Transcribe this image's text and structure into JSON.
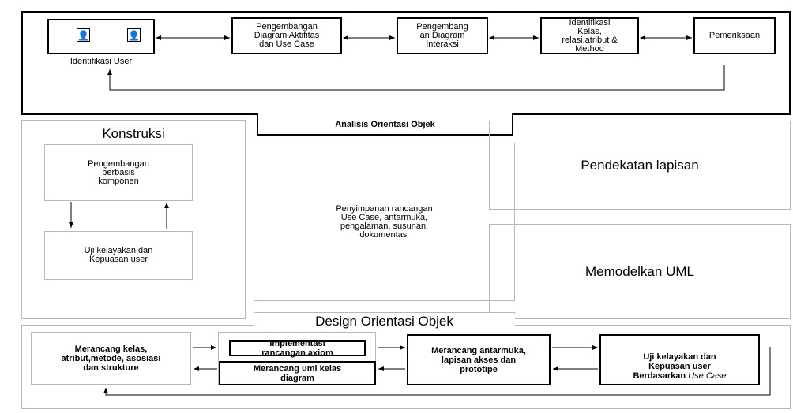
{
  "analysis": {
    "title": "Analisis Orientasi Objek",
    "user_label": "Identifikasi User",
    "boxes": [
      "Pengembangan\nDiagram Aktifitas\ndan Use Case",
      "Pengembang\nan Diagram\nInteraksi",
      "Identifikasi\nKelas,\nrelasi,atribut &\nMethod",
      "Pemeriksaan"
    ]
  },
  "construction": {
    "title": "Konstruksi",
    "top_box": "Pengembangan\nberbasis\nkomponen",
    "bottom_box": "Uji kelayakan dan\nKepuasan user"
  },
  "storage": {
    "text": "Penyimpanan rancangan\nUse Case, antarmuka,\npengalaman, susunan,\ndokumentasi"
  },
  "right_panels": {
    "layer": "Pendekatan lapisan",
    "uml": "Memodelkan UML"
  },
  "design": {
    "title": "Design Orientasi Objek",
    "box1": "Merancang kelas,\natribut,metode, asosiasi\ndan strukture",
    "implement": "Implementasi\nrancangan axiom",
    "uml_class": "Merancang uml kelas\ndiagram",
    "interface": "Merancang antarmuka,\nlapisan akses dan\nprototipe",
    "test_prefix": "Uji kelayakan dan\nKepuasan user\nBerdasarkan ",
    "test_italic": "Use Case"
  },
  "icons": [
    "person-icon",
    "person-icon"
  ]
}
